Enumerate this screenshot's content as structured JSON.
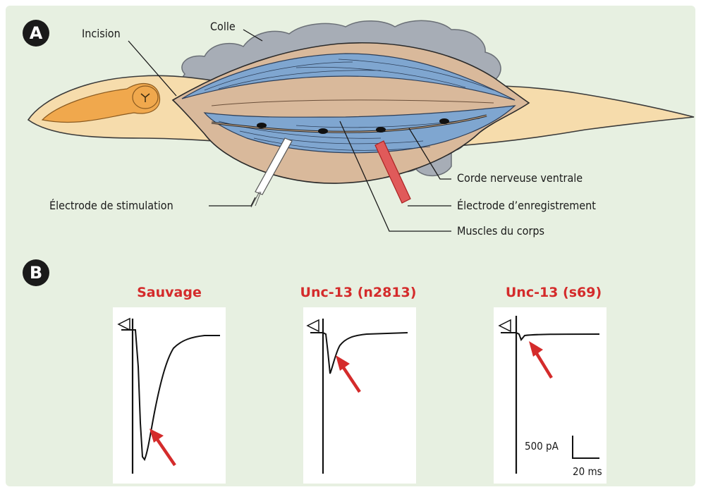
{
  "panels": {
    "a": {
      "badge": "A",
      "labels": {
        "incision": "Incision",
        "glue": "Colle",
        "ventral_cord": "Corde nerveuse ventrale",
        "recording_electrode": "Électrode d’enregistrement",
        "body_muscles": "Muscles du corps",
        "stimulation_electrode": "Électrode de stimulation"
      }
    },
    "b": {
      "badge": "B",
      "traces": [
        {
          "title": "Sauvage"
        },
        {
          "title": "Unc-13 (n2813)"
        },
        {
          "title": "Unc-13 (s69)"
        }
      ],
      "scale_bar": {
        "current": "500 pA",
        "time": "20 ms"
      }
    }
  },
  "colors": {
    "background": "#e7f0e1",
    "title_red": "#d42b2b",
    "arrow_red": "#d42b2b",
    "muscle_blue": "#7fa6d0",
    "body_tan": "#d9b99b",
    "worm_cream": "#f6dcac",
    "head_orange": "#f0a84d",
    "glue_gray": "#a7adb6"
  }
}
